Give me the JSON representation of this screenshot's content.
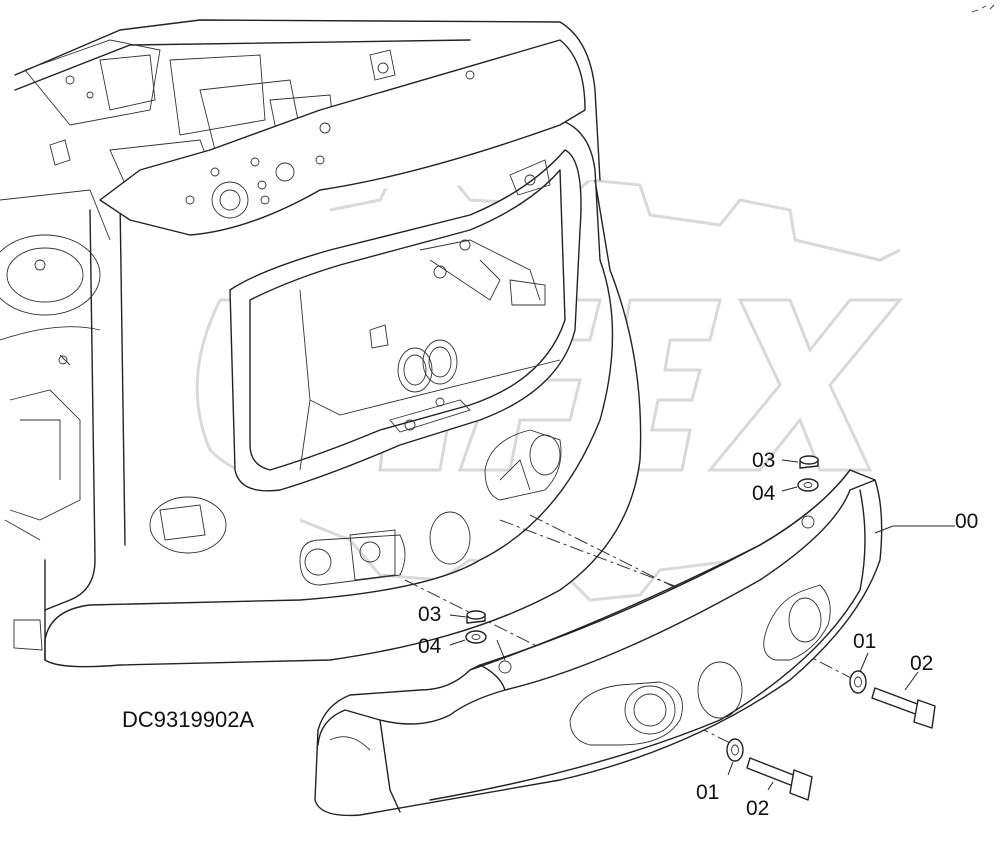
{
  "drawing_code": "DC9319902A",
  "callouts": {
    "c00": "00",
    "c01a": "01",
    "c02a": "02",
    "c01b": "01",
    "c02b": "02",
    "c03a": "03",
    "c04a": "04",
    "c03b": "03",
    "c04b": "04"
  },
  "watermark": "OFEX"
}
